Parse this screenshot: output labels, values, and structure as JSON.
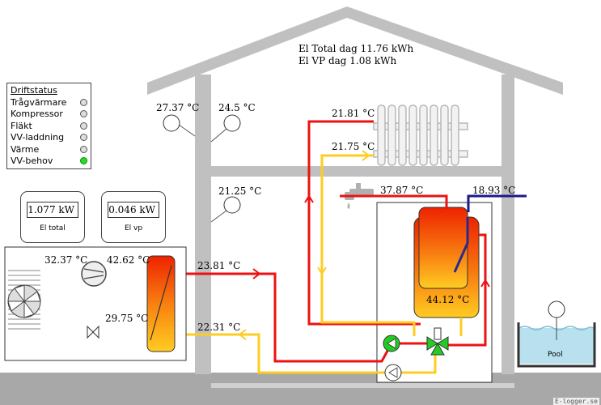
{
  "header": {
    "el_total_day": "El Total dag 11.76 kWh",
    "el_vp_day": "El VP dag 1.08 kWh"
  },
  "status": {
    "title": "Driftstatus",
    "items": [
      {
        "label": "Trågvärmare",
        "on": false
      },
      {
        "label": "Kompressor",
        "on": false
      },
      {
        "label": "Fläkt",
        "on": false
      },
      {
        "label": "VV-laddning",
        "on": false
      },
      {
        "label": "Värme",
        "on": false
      },
      {
        "label": "VV-behov",
        "on": true
      }
    ]
  },
  "meters": {
    "el_total": {
      "value": "1.077 kW",
      "caption": "El total"
    },
    "el_vp": {
      "value": "0.046 kW",
      "caption": "El vp"
    }
  },
  "temps": {
    "outdoor_1": "27.37 °C",
    "outdoor_2": "24.5 °C",
    "indoor": "21.25 °C",
    "radiator_supply": "21.81 °C",
    "radiator_return": "21.75 °C",
    "hot_water_out": "37.87 °C",
    "cold_water_in": "18.93 °C",
    "tank": "44.12 °C",
    "evaporator": "32.37 °C",
    "compressor_out": "42.62 °C",
    "condenser_out": "29.75 °C",
    "supply_line": "23.81 °C",
    "return_line": "22.31 °C"
  },
  "pool": {
    "label": "Pool"
  },
  "footer": "E-logger.se",
  "colors": {
    "hot": "#ee1111",
    "warm": "#ffcc22",
    "cold_water": "#1a1a8a",
    "house": "#c0c0c0",
    "pump_on": "#22cc22"
  }
}
